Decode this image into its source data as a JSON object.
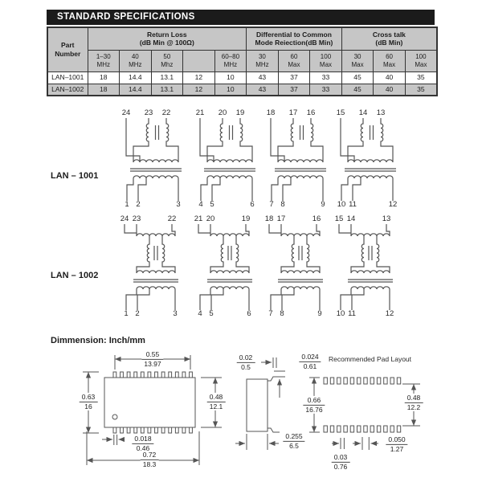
{
  "header": {
    "title": "STANDARD SPECIFICATIONS"
  },
  "spec_table": {
    "part_col_header": "Part\nNumber",
    "groups": [
      {
        "label": "Return Loss\n(dB Min @ 100Ω)"
      },
      {
        "label": "Differential to Common\nMode Reiection(dB Min)"
      },
      {
        "label": "Cross talk\n(dB Min)"
      }
    ],
    "subheaders": [
      "1–30\nMHz",
      "40\nMHz",
      "50\nMhz",
      "",
      "60–80\nMHz",
      "30\nMHz",
      "60\nMax",
      "100\nMax",
      "30\nMax",
      "60\nMax",
      "100\nMax"
    ],
    "rows": [
      {
        "part": "LAN–1001",
        "values": [
          "18",
          "14.4",
          "13.1",
          "12",
          "10",
          "43",
          "37",
          "33",
          "45",
          "40",
          "35"
        ]
      },
      {
        "part": "LAN–1002",
        "values": [
          "18",
          "14.4",
          "13.1",
          "12",
          "10",
          "43",
          "37",
          "33",
          "45",
          "40",
          "35"
        ]
      }
    ]
  },
  "schematics": {
    "lan1001": {
      "label": "LAN – 1001",
      "circuits": [
        {
          "top": [
            "24",
            "23",
            "22"
          ],
          "bottom": [
            "1",
            "2",
            "3"
          ]
        },
        {
          "top": [
            "21",
            "20",
            "19"
          ],
          "bottom": [
            "4",
            "5",
            "6"
          ]
        },
        {
          "top": [
            "18",
            "17",
            "16"
          ],
          "bottom": [
            "7",
            "8",
            "9"
          ]
        },
        {
          "top": [
            "15",
            "14",
            "13"
          ],
          "bottom": [
            "10",
            "11",
            "12"
          ]
        }
      ]
    },
    "lan1002": {
      "label": "LAN – 1002",
      "circuits": [
        {
          "top": [
            "24",
            "23",
            "22"
          ],
          "bottom": [
            "1",
            "2",
            "3"
          ]
        },
        {
          "top": [
            "21",
            "20",
            "19"
          ],
          "bottom": [
            "4",
            "5",
            "6"
          ]
        },
        {
          "top": [
            "18",
            "17",
            "16"
          ],
          "bottom": [
            "7",
            "8",
            "9"
          ]
        },
        {
          "top": [
            "15",
            "14",
            "13"
          ],
          "bottom": [
            "10",
            "11",
            "12"
          ]
        }
      ]
    }
  },
  "dimensions": {
    "title": "Dimmension: Inch/mm",
    "pad_layout_title": "Recommended Pad Layout",
    "dims": {
      "top_width": {
        "inch": "0.55",
        "mm": "13.97"
      },
      "left_height": {
        "inch": "0.63",
        "mm": "16"
      },
      "right_height": {
        "inch": "0.48",
        "mm": "12.1"
      },
      "pin_width": {
        "inch": "0.018",
        "mm": "0.46"
      },
      "total_width": {
        "inch": "0.72",
        "mm": "18.3"
      },
      "lead_thickness": {
        "inch": "0.02",
        "mm": "0.5"
      },
      "lead_width": {
        "inch": "0.024",
        "mm": "0.61"
      },
      "side_width": {
        "inch": "0.255",
        "mm": "6.5"
      },
      "pad_outer": {
        "inch": "0.66",
        "mm": "16.76"
      },
      "pad_inner": {
        "inch": "0.48",
        "mm": "12.2"
      },
      "pad_width": {
        "inch": "0.03",
        "mm": "0.76"
      },
      "pad_pitch": {
        "inch": "0.050",
        "mm": "1.27"
      }
    }
  },
  "colors": {
    "header_bar": "#1b1b1b",
    "header_bar_text": "#ffffff",
    "table_header_bg": "#c6c6c6",
    "row_alt_bg": "#c6c6c6",
    "line": "#555555",
    "text": "#1c1c1c"
  }
}
